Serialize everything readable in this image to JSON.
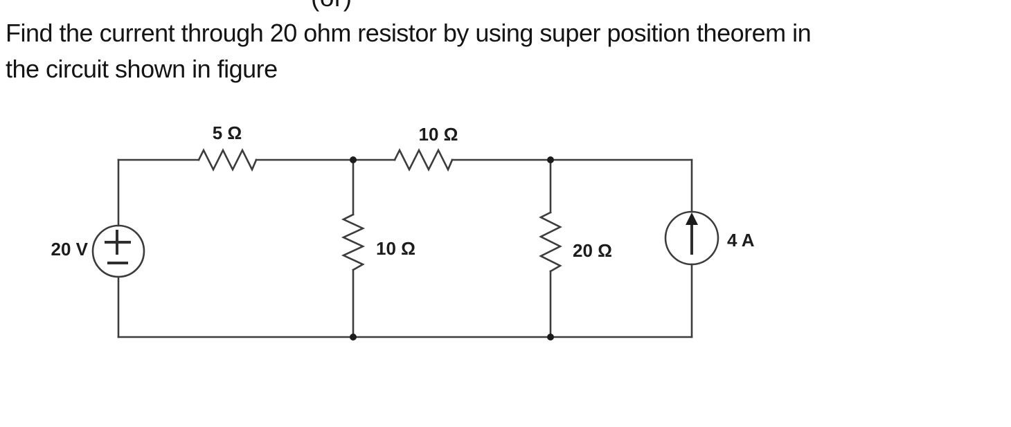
{
  "header": {
    "or_label": "(or)"
  },
  "problem": {
    "line1": "Find the current through 20 ohm resistor by using super position theorem in",
    "line2": "the circuit shown in figure"
  },
  "circuit": {
    "voltage_source": {
      "label": "20 V",
      "value": 20,
      "unit": "V",
      "type": "dc-voltage-source"
    },
    "resistor_top_left": {
      "label": "5 Ω",
      "value": 5,
      "unit": "Ω",
      "orientation": "horizontal"
    },
    "resistor_top_middle": {
      "label": "10 Ω",
      "value": 10,
      "unit": "Ω",
      "orientation": "horizontal"
    },
    "resistor_shunt_middle": {
      "label": "10 Ω",
      "value": 10,
      "unit": "Ω",
      "orientation": "vertical"
    },
    "resistor_shunt_right": {
      "label": "20 Ω",
      "value": 20,
      "unit": "Ω",
      "orientation": "vertical"
    },
    "current_source": {
      "label": "4 A",
      "value": 4,
      "unit": "A",
      "type": "dc-current-source",
      "arrow": "up"
    }
  },
  "colors": {
    "wire": "#3c3c3c",
    "text": "#141414",
    "label": "#1c1c1c"
  }
}
